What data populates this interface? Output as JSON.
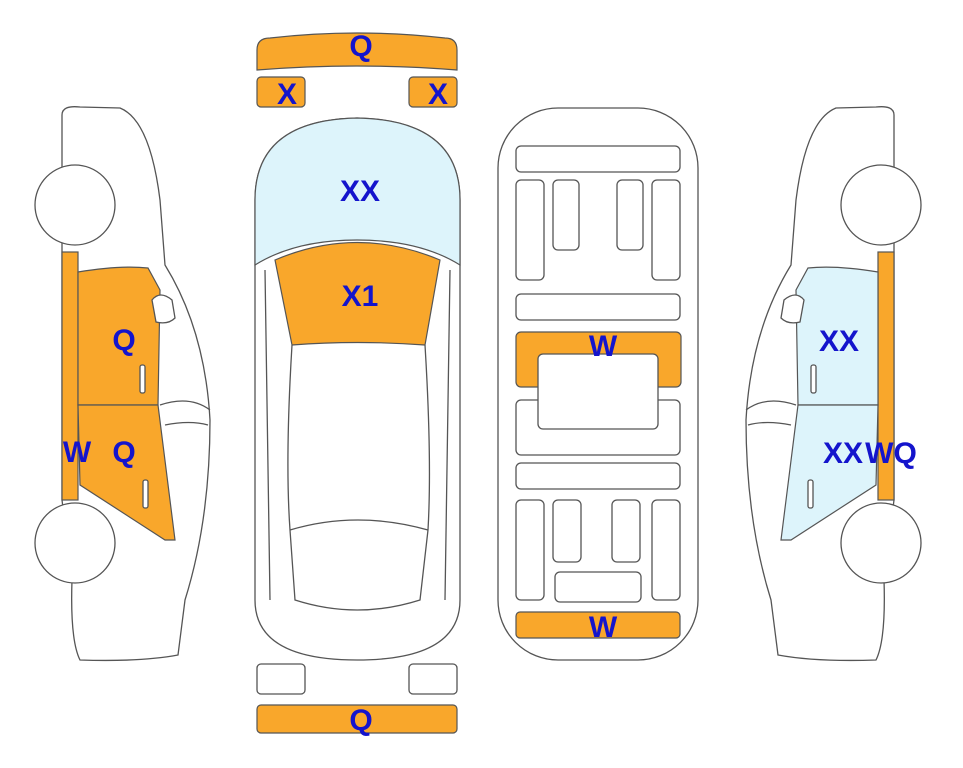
{
  "colors": {
    "damage_orange": "#F9A72B",
    "damage_blue": "#DDF4FB",
    "label": "#1414CC"
  },
  "labels": {
    "rear_bumper_top": "Q",
    "rear_left_light": "X",
    "rear_right_light": "X",
    "roof": "XX",
    "hood": "X1",
    "left_front_door": "Q",
    "left_rear_door": "Q",
    "left_sill": "W",
    "underbody_middle": "W",
    "underbody_front": "W",
    "right_front_door": "XX",
    "right_rear_door": "XX",
    "right_sill": "WQ",
    "front_bumper": "Q"
  }
}
